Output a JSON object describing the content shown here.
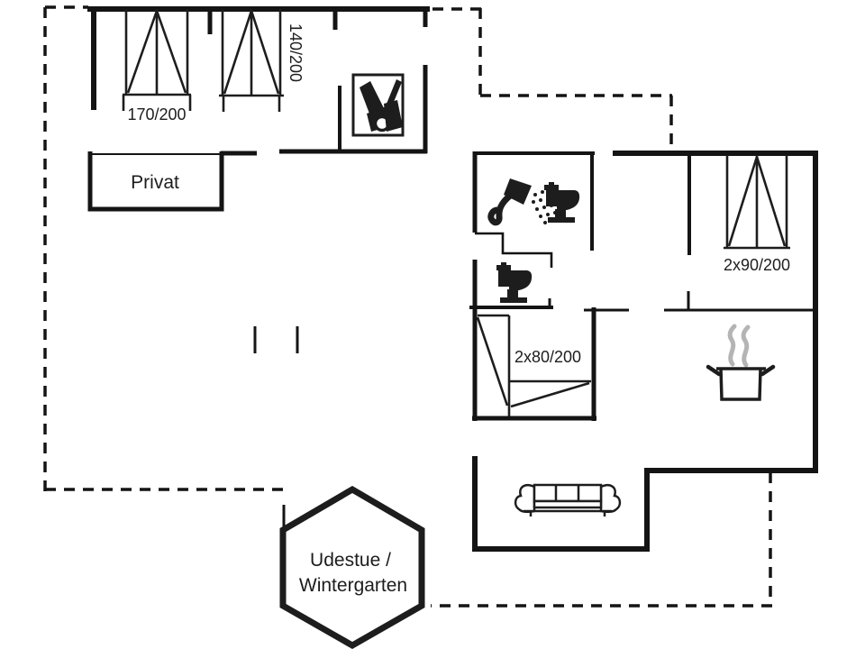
{
  "plan": {
    "type": "holiday-house-floor-plan",
    "colors": {
      "background": "#ffffff",
      "line": "#141414",
      "text": "#1d1d1d",
      "steam": "#b4b4b4"
    },
    "rooms": {
      "private_room": {
        "label": "Privat"
      },
      "conservatory": {
        "label_line1": "Udestue /",
        "label_line2": "Wintergarten"
      }
    },
    "beds": {
      "double_170": {
        "label": "170/200"
      },
      "double_140": {
        "label": "140/200"
      },
      "double_2x90": {
        "label": "2x90/200"
      },
      "bunk_2x80": {
        "label": "2x80/200"
      }
    },
    "icons": {
      "utility": "cleaning-equipment-icon",
      "bathroom_shower": "shower-icon",
      "bathroom_toilet": "toilet-icon",
      "wc_toilet": "toilet-icon",
      "kitchen": "cooking-pot-icon",
      "living_room": "sofa-icon"
    }
  }
}
